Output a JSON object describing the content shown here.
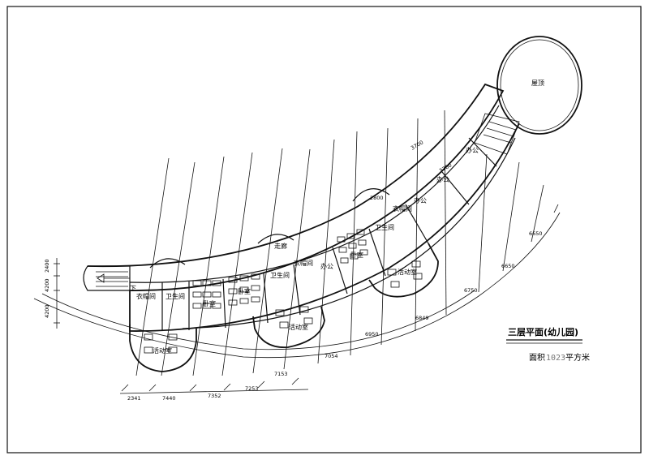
{
  "drawing": {
    "title": "三层平面(幼儿园)",
    "area_label": "面积",
    "area_value": "1023",
    "area_unit": "平方米",
    "rooms": {
      "roof": "屋顶",
      "office1": "办公",
      "office2": "办公",
      "office3": "办公",
      "office4": "办公",
      "cloak1": "衣帽间",
      "cloak2": "衣帽间",
      "cloak3": "衣帽间",
      "wc1": "卫生间",
      "wc2": "卫生间",
      "wc3": "卫生间",
      "sleep1": "卧室",
      "sleep2": "卧室",
      "sleep3": "卧室",
      "corridor": "走廊",
      "act1": "活动室",
      "act2": "活动室",
      "act3": "活动室",
      "down": "下"
    },
    "bottom_dims": [
      "2341",
      "7440",
      "7352",
      "7253",
      "7153",
      "7054",
      "6950",
      "6849",
      "6750",
      "6650",
      "6650"
    ],
    "left_dims": [
      "2400",
      "4200",
      "4200"
    ],
    "misc_dims": [
      "2800",
      "3700",
      "3700"
    ]
  }
}
